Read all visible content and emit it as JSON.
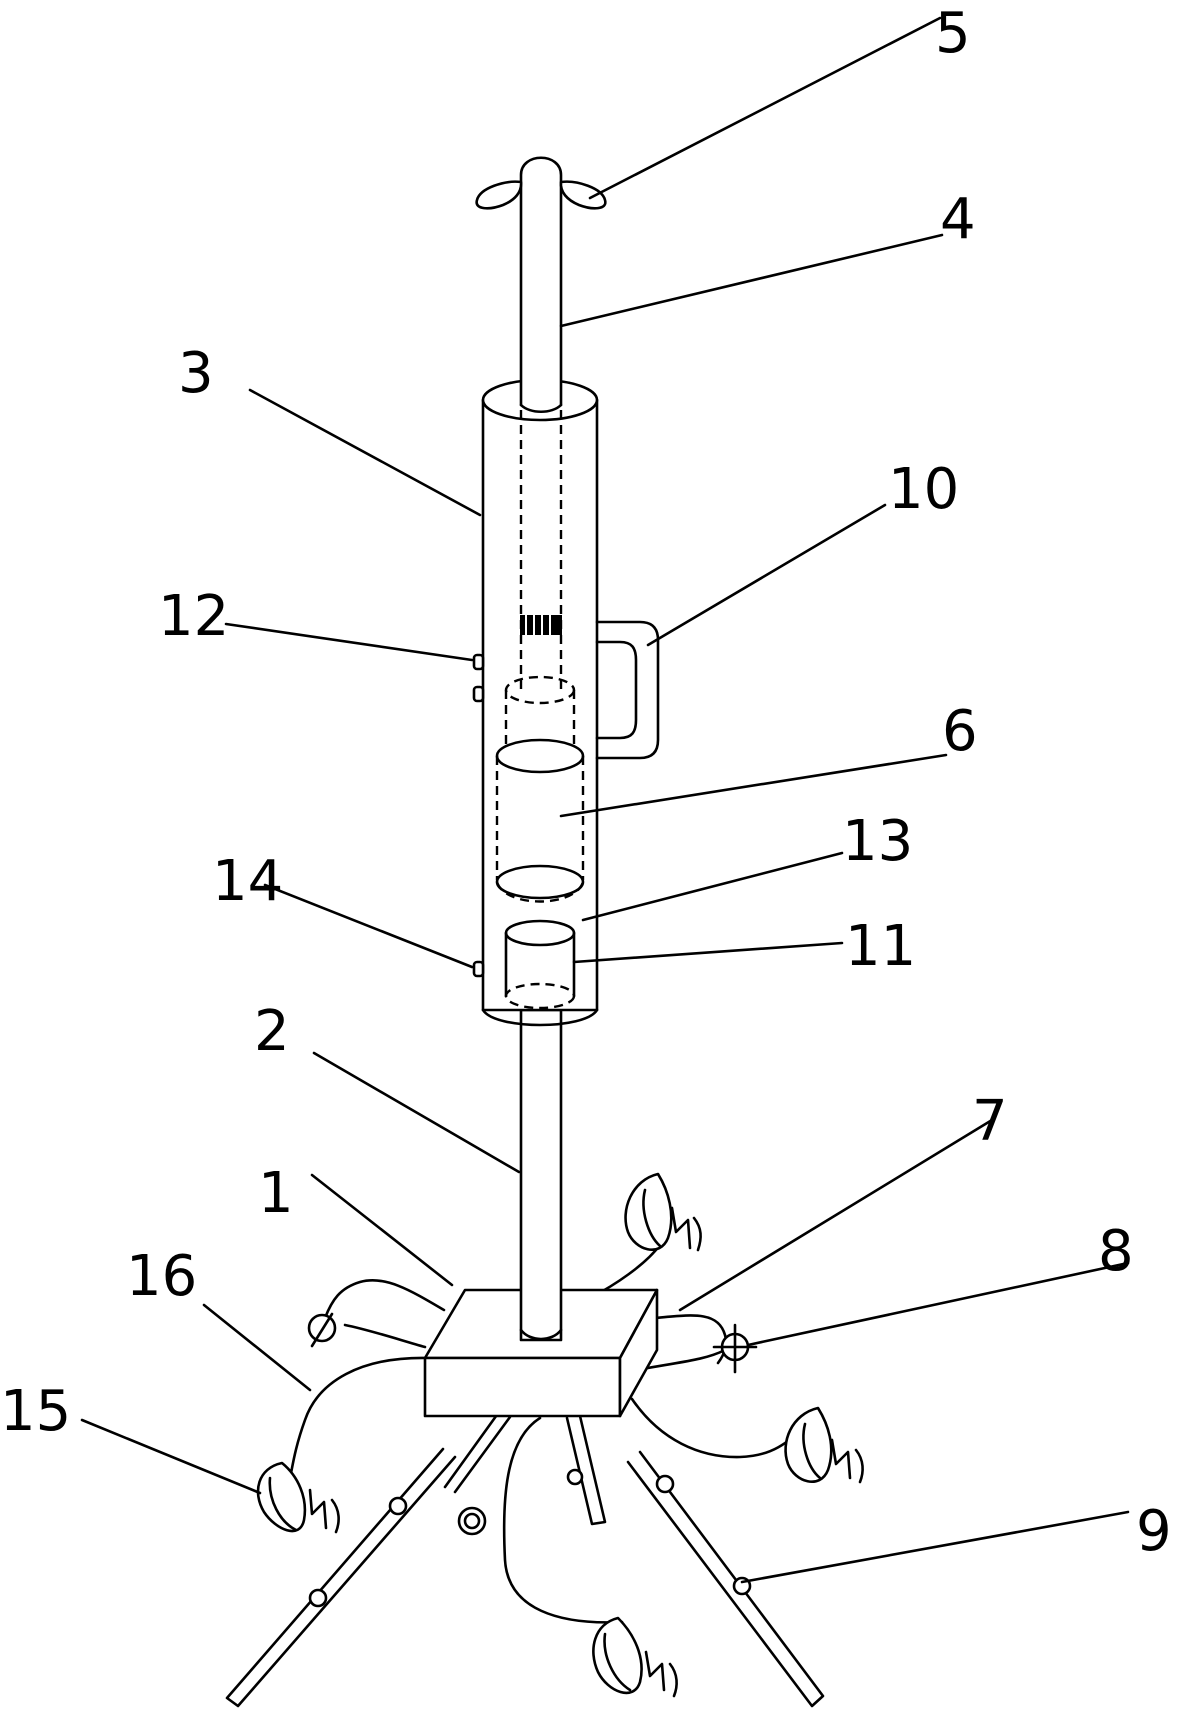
{
  "figure": {
    "labels": {
      "l1": "1",
      "l2": "2",
      "l3": "3",
      "l4": "4",
      "l5": "5",
      "l6": "6",
      "l7": "7",
      "l8": "8",
      "l9": "9",
      "l10": "10",
      "l11": "11",
      "l12": "12",
      "l13": "13",
      "l14": "14",
      "l15": "15",
      "l16": "16"
    }
  }
}
